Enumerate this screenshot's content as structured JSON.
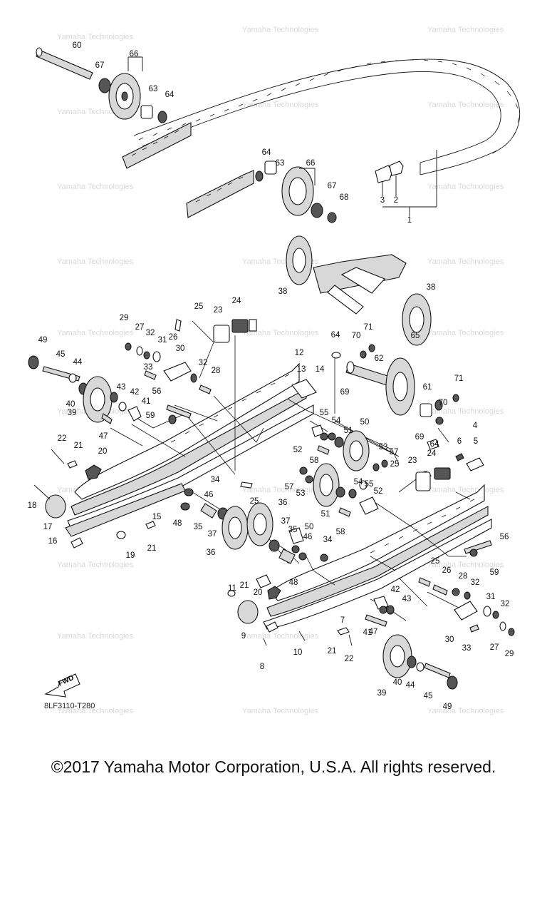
{
  "diagram": {
    "code": "8LF3110-T280",
    "direction_arrow": "FWD",
    "watermark": "Yamaha Technologies",
    "part_numbers": [
      "1",
      "2",
      "3",
      "4",
      "5",
      "6",
      "7",
      "8",
      "9",
      "10",
      "11",
      "12",
      "13",
      "14",
      "15",
      "16",
      "17",
      "18",
      "19",
      "20",
      "21",
      "22",
      "23",
      "24",
      "25",
      "26",
      "27",
      "28",
      "29",
      "30",
      "31",
      "32",
      "33",
      "34",
      "35",
      "36",
      "37",
      "38",
      "39",
      "40",
      "41",
      "42",
      "43",
      "44",
      "45",
      "46",
      "47",
      "48",
      "49",
      "50",
      "51",
      "52",
      "53",
      "54",
      "55",
      "56",
      "57",
      "58",
      "59",
      "60",
      "61",
      "62",
      "63",
      "64",
      "65",
      "66",
      "67",
      "68",
      "69",
      "70",
      "71"
    ]
  },
  "footer": {
    "copyright": "©2017 Yamaha Motor Corporation, U.S.A. All rights reserved."
  }
}
